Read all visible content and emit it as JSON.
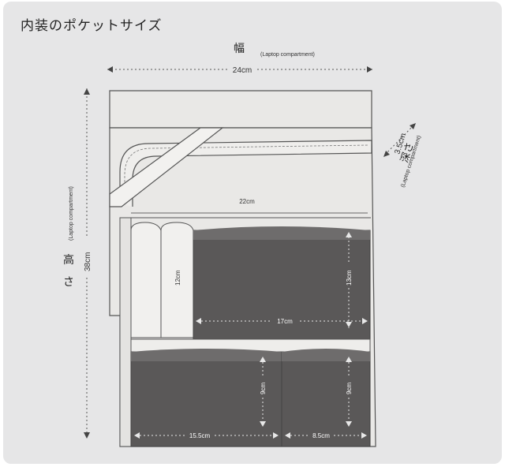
{
  "title": "内装のポケットサイズ",
  "width": {
    "label": "幅",
    "sub": "(Laptop compartment)",
    "value": "24cm"
  },
  "height": {
    "label_1": "高",
    "label_2": "さ",
    "sub": "(Laptop compartment)",
    "value": "38cm"
  },
  "depth": {
    "label": "深さ",
    "sub": "(Laptop compartment)",
    "value": "3.5cm"
  },
  "inner": {
    "width_22": "22cm",
    "pen_12": "12cm",
    "pocket_13": "13cm",
    "pocket_17": "17cm",
    "pocket_9a": "9cm",
    "pocket_155": "15.5cm",
    "pocket_9b": "9cm",
    "pocket_85": "8.5cm"
  },
  "colors": {
    "background": "#e6e6e7",
    "pocket_fill": "#5a5858",
    "panel_fill": "#e9e8e6",
    "outline": "#555555"
  }
}
